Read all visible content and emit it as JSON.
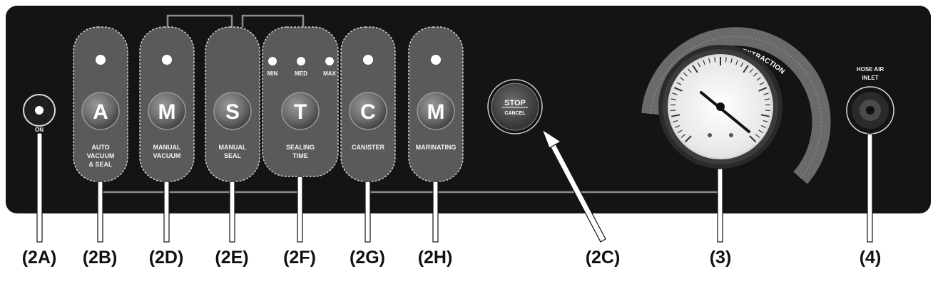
{
  "panel": {
    "on_label": "ON",
    "buttons": [
      {
        "letter": "A",
        "caption": [
          "AUTO",
          "VACUUM",
          "& SEAL"
        ]
      },
      {
        "letter": "M",
        "caption": [
          "MANUAL",
          "VACUUM"
        ]
      },
      {
        "letter": "S",
        "caption": [
          "MANUAL",
          "SEAL"
        ]
      },
      {
        "letter": "T",
        "caption": [
          "SEALING",
          "TIME"
        ],
        "levels": [
          "MIN",
          "MED",
          "MAX"
        ]
      },
      {
        "letter": "C",
        "caption": [
          "CANISTER"
        ]
      },
      {
        "letter": "M",
        "caption": [
          "MARINATING"
        ]
      }
    ],
    "stop": {
      "main": "STOP",
      "sub": "CANCEL"
    },
    "gauge_arc_label": "AIR EXTRACTION",
    "hose": {
      "label": [
        "HOSE AIR",
        "INLET"
      ]
    }
  },
  "callouts": {
    "on": "(2A)",
    "auto": "(2B)",
    "manual_vacuum": "(2D)",
    "manual_seal": "(2E)",
    "sealing_time": "(2F)",
    "canister": "(2G)",
    "marinating": "(2H)",
    "stop": "(2C)",
    "gauge": "(3)",
    "hose": "(4)"
  },
  "colors": {
    "panel": "#141414",
    "pill": "#5a5a5a",
    "button": "#6e6e6e",
    "accent_outline": "#cfcfcf"
  }
}
